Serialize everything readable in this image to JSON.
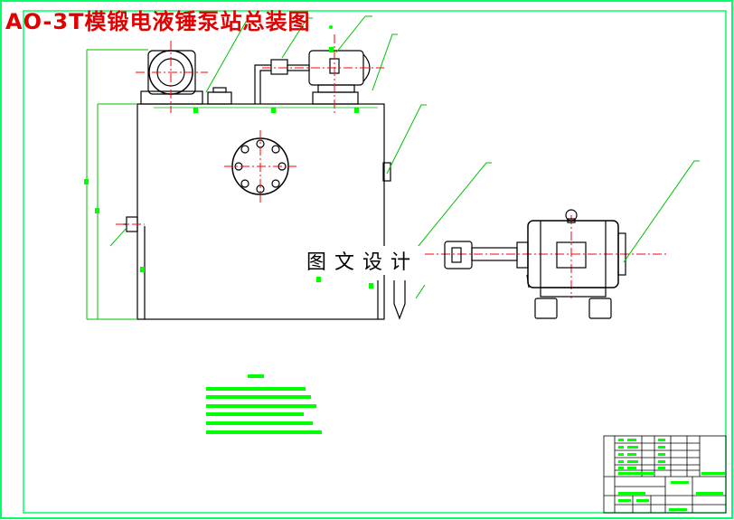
{
  "title": "AO-3T模锻电液锤泵站总装图",
  "watermark": "图文设计",
  "colors": {
    "frame": "#00ff66",
    "outline": "#000000",
    "centerline": "#ff0000",
    "leader": "#00c000",
    "dimension": "#00ff00",
    "title_text": "#e00000"
  },
  "drawing": {
    "views": [
      "tank-front-view",
      "motor-pump-side-view"
    ],
    "notes_block": "technical-requirements",
    "title_block": "parts-list-and-title-block"
  }
}
